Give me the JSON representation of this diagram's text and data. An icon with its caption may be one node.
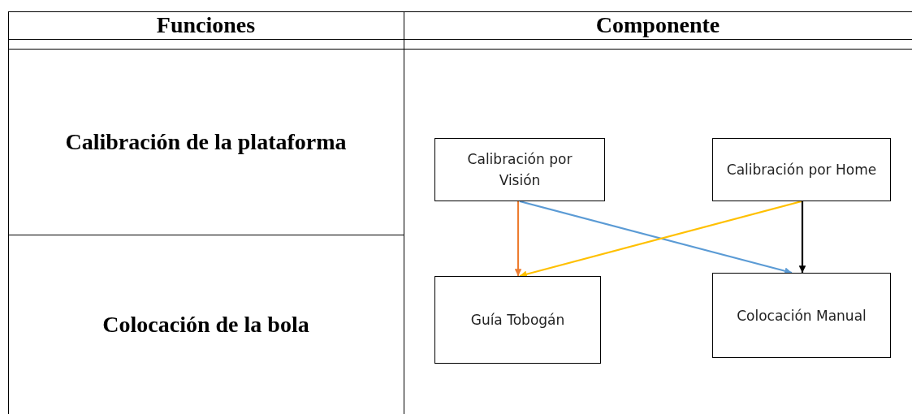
{
  "diagram": {
    "nodes": [
      {
        "text": [
          "Calibración por Visión"
        ]
      },
      {
        "text": [
          "Calibración por Home"
        ]
      },
      {
        "text": [
          "Guía Tobogán"
        ]
      },
      {
        "text": [
          "Colocación Manual"
        ]
      }
    ],
    "edges": [
      {
        "from": 0,
        "to": 2,
        "arrow": "to",
        "color": "#ed7d31"
      },
      {
        "from": 0,
        "to": 3,
        "arrow": "to",
        "color": "#5b9bd5"
      },
      {
        "from": 1,
        "to": 2,
        "arrow": "to",
        "color": "#ffc000"
      },
      {
        "from": 1,
        "to": 3,
        "arrow": "to",
        "color": "#000000"
      }
    ],
    "labels": [
      "Funciones",
      "Componente",
      "Calibración de la plataforma",
      "Colocación de la bola"
    ]
  }
}
